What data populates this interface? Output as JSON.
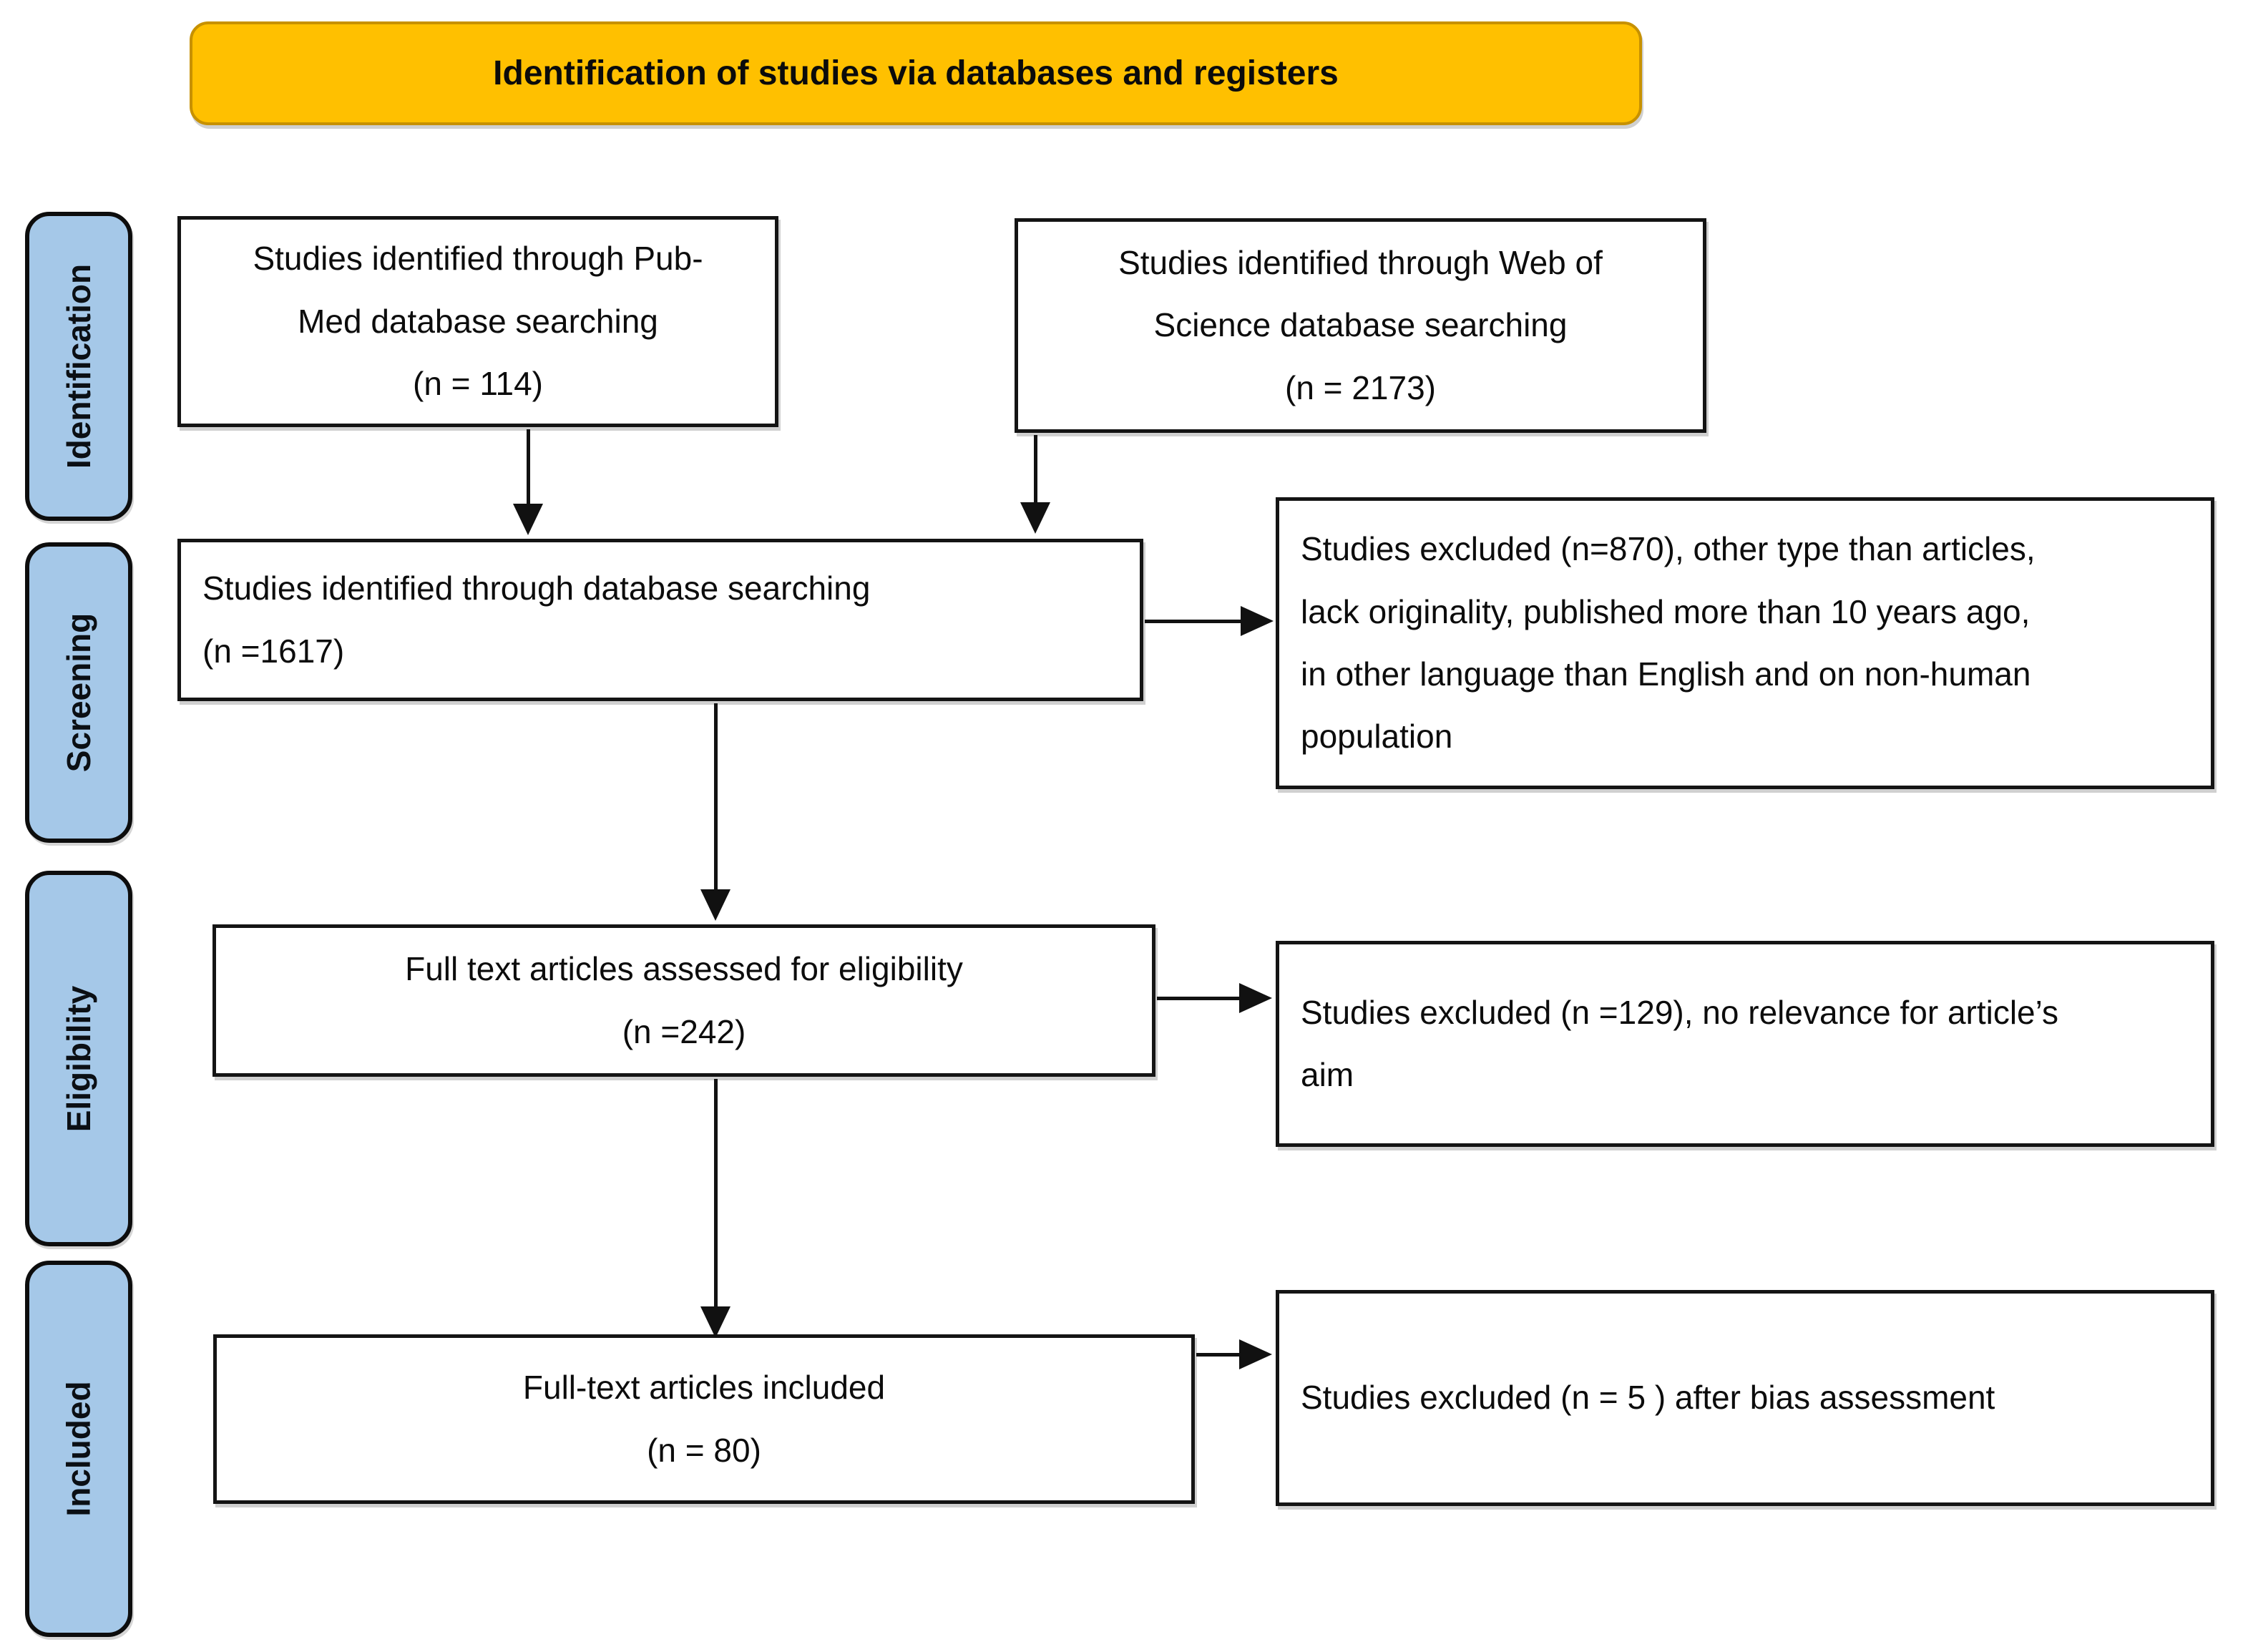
{
  "header": {
    "title": "Identification of studies via databases and registers"
  },
  "sidebar": {
    "identification": "Identification",
    "screening": "Screening",
    "eligibility": "Eligibility",
    "included": "Included"
  },
  "boxes": {
    "pubmed": {
      "line1": "Studies identified through Pub-",
      "line2": "Med database searching",
      "count": "(n = 114)"
    },
    "wos": {
      "line1": "Studies identified through Web of",
      "line2": "Science database searching",
      "count": "(n = 2173)"
    },
    "merged": {
      "line1": "Studies identified through database searching",
      "count": "(n =1617)"
    },
    "excluded_screening": {
      "line1": "Studies excluded (n=870), other type than articles,",
      "line2": "lack originality, published more than 10 years ago,",
      "line3": "in other language than English and on non-human",
      "line4": "population"
    },
    "fulltext": {
      "line1": "Full text articles assessed for eligibility",
      "count": "(n =242)"
    },
    "excluded_eligibility": {
      "line1": "Studies excluded (n =129), no relevance for article’s",
      "line2": "aim"
    },
    "included": {
      "line1": "Full-text articles included",
      "count": "(n = 80)"
    },
    "excluded_bias": {
      "line1": "Studies excluded (n = 5 ) after bias assessment"
    }
  },
  "colors": {
    "banner_bg": "#FFC000",
    "banner_border": "#C79100",
    "stage_bg": "#A5C8E8",
    "box_border": "#141414",
    "arrow": "#111111",
    "text": "#0c0c0c"
  }
}
